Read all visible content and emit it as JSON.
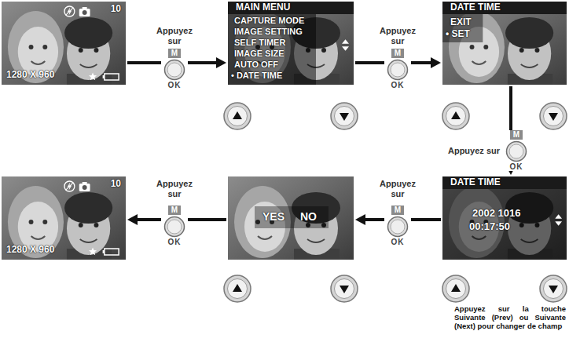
{
  "diagram": {
    "nodes": [
      {
        "text": [
          "10",
          "1280 X 960"
        ]
      },
      {
        "text": [
          "MAIN MENU",
          "CAPTURE MODE",
          "IMAGE SETTING",
          "SELF TIMER",
          "IMAGE SIZE",
          "AUTO OFF",
          "• DATE TIME"
        ]
      },
      {
        "text": [
          "DATE TIME",
          "EXIT",
          "• SET"
        ]
      },
      {
        "text": [
          "DATE TIME",
          "2002 1016",
          "00:17:50"
        ]
      },
      {
        "text": [
          "YES",
          "NO"
        ]
      },
      {
        "text": [
          "10",
          "1280 X 960"
        ]
      }
    ],
    "edges": [
      {
        "from": 0,
        "to": 1,
        "arrow": "to"
      },
      {
        "from": 1,
        "to": 2,
        "arrow": "to"
      },
      {
        "from": 2,
        "to": 3,
        "arrow": "to"
      },
      {
        "from": 3,
        "to": 4,
        "arrow": "to"
      },
      {
        "from": 4,
        "to": 5,
        "arrow": "to"
      }
    ],
    "labels": [
      "Appuyez sur",
      "M",
      "OK",
      "Appuyez sur",
      "M",
      "OK",
      "Appuyez sur",
      "M",
      "OK",
      "Appuyez sur",
      "M",
      "OK",
      "Appuyez sur",
      "M",
      "OK",
      "Appuyez sur la touche Suivante (Prev) ou Suivante (Next) pour changer de champ"
    ]
  }
}
